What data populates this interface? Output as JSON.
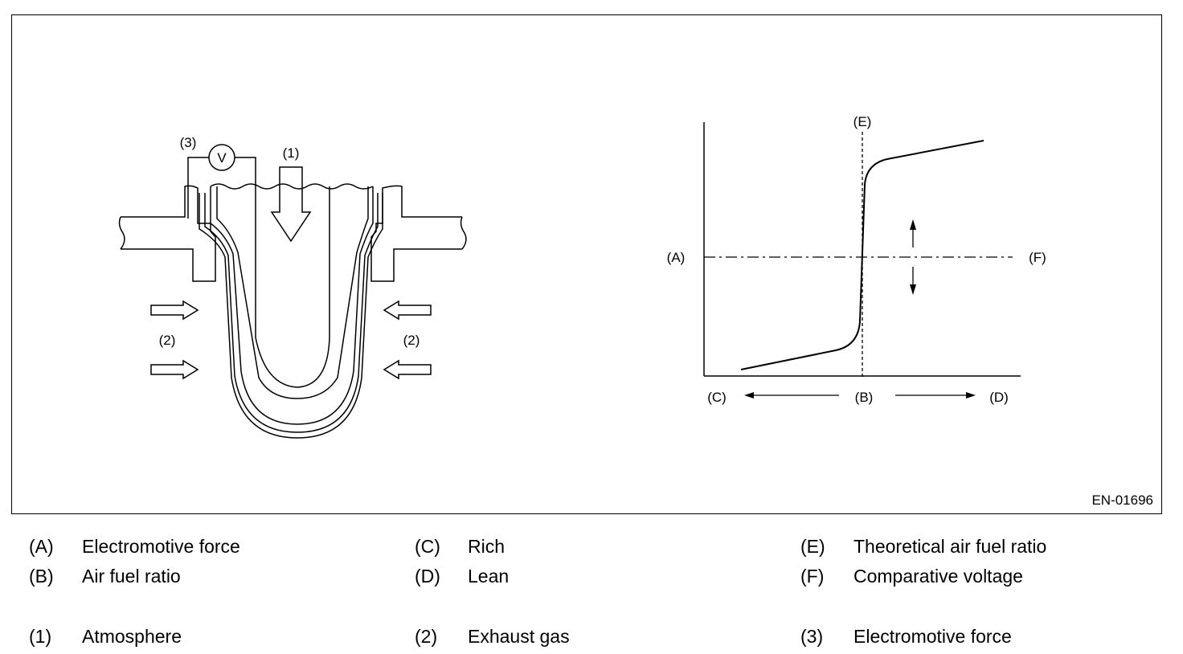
{
  "figure": {
    "id": "EN-01696",
    "sensor_labels": {
      "atmosphere": "(1)",
      "exhaust_left": "(2)",
      "exhaust_right": "(2)",
      "emf": "(3)",
      "voltmeter": "V"
    },
    "graph_labels": {
      "A": "(A)",
      "B": "(B)",
      "C": "(C)",
      "D": "(D)",
      "E": "(E)",
      "F": "(F)"
    }
  },
  "legend": [
    {
      "key": "(A)",
      "text": "Electromotive force"
    },
    {
      "key": "(B)",
      "text": "Air fuel ratio"
    },
    {
      "key": "(C)",
      "text": "Rich"
    },
    {
      "key": "(D)",
      "text": "Lean"
    },
    {
      "key": "(E)",
      "text": "Theoretical air fuel ratio"
    },
    {
      "key": "(F)",
      "text": "Comparative voltage"
    },
    {
      "key": "(1)",
      "text": "Atmosphere"
    },
    {
      "key": "(2)",
      "text": "Exhaust gas"
    },
    {
      "key": "(3)",
      "text": "Electromotive force"
    }
  ]
}
